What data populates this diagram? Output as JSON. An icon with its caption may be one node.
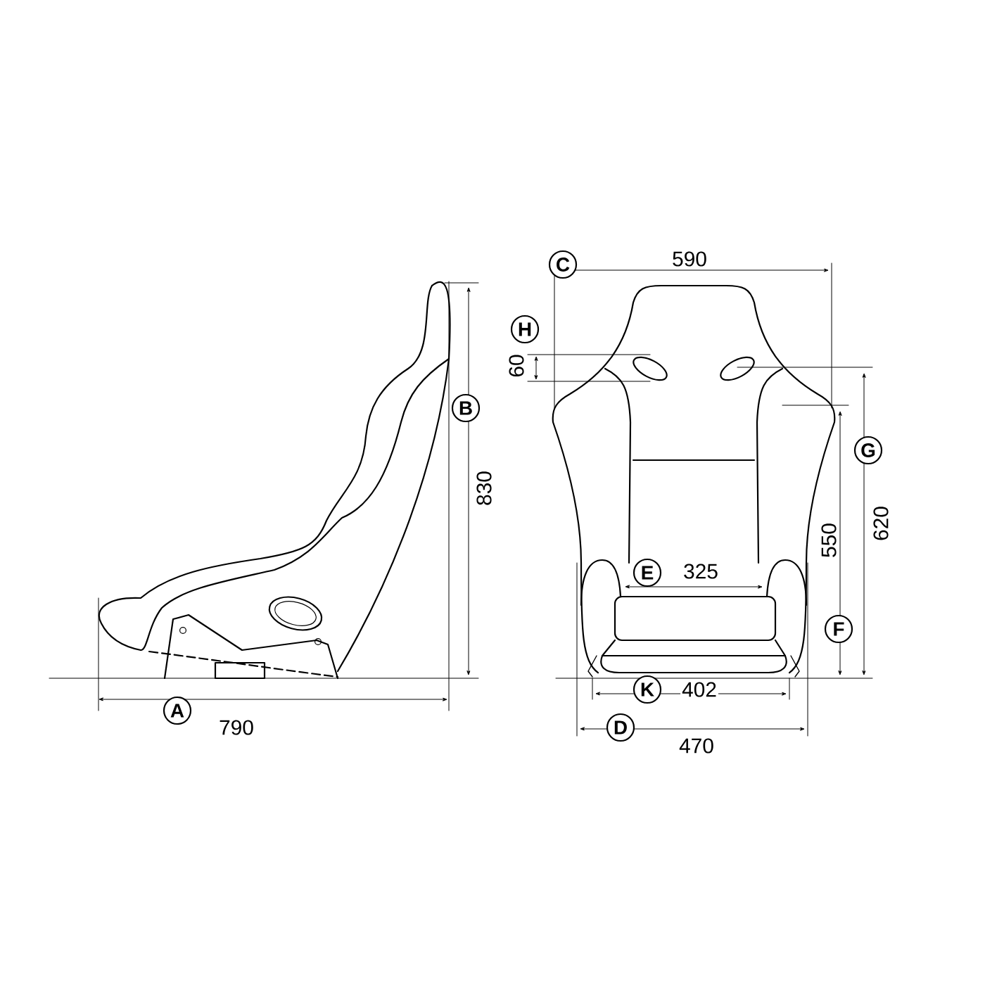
{
  "diagram": {
    "labels": [
      "C",
      "590",
      "H",
      "60",
      "B",
      "G",
      "830",
      "620",
      "550",
      "E",
      "325",
      "F",
      "A",
      "K",
      "402",
      "790",
      "D",
      "470"
    ]
  }
}
